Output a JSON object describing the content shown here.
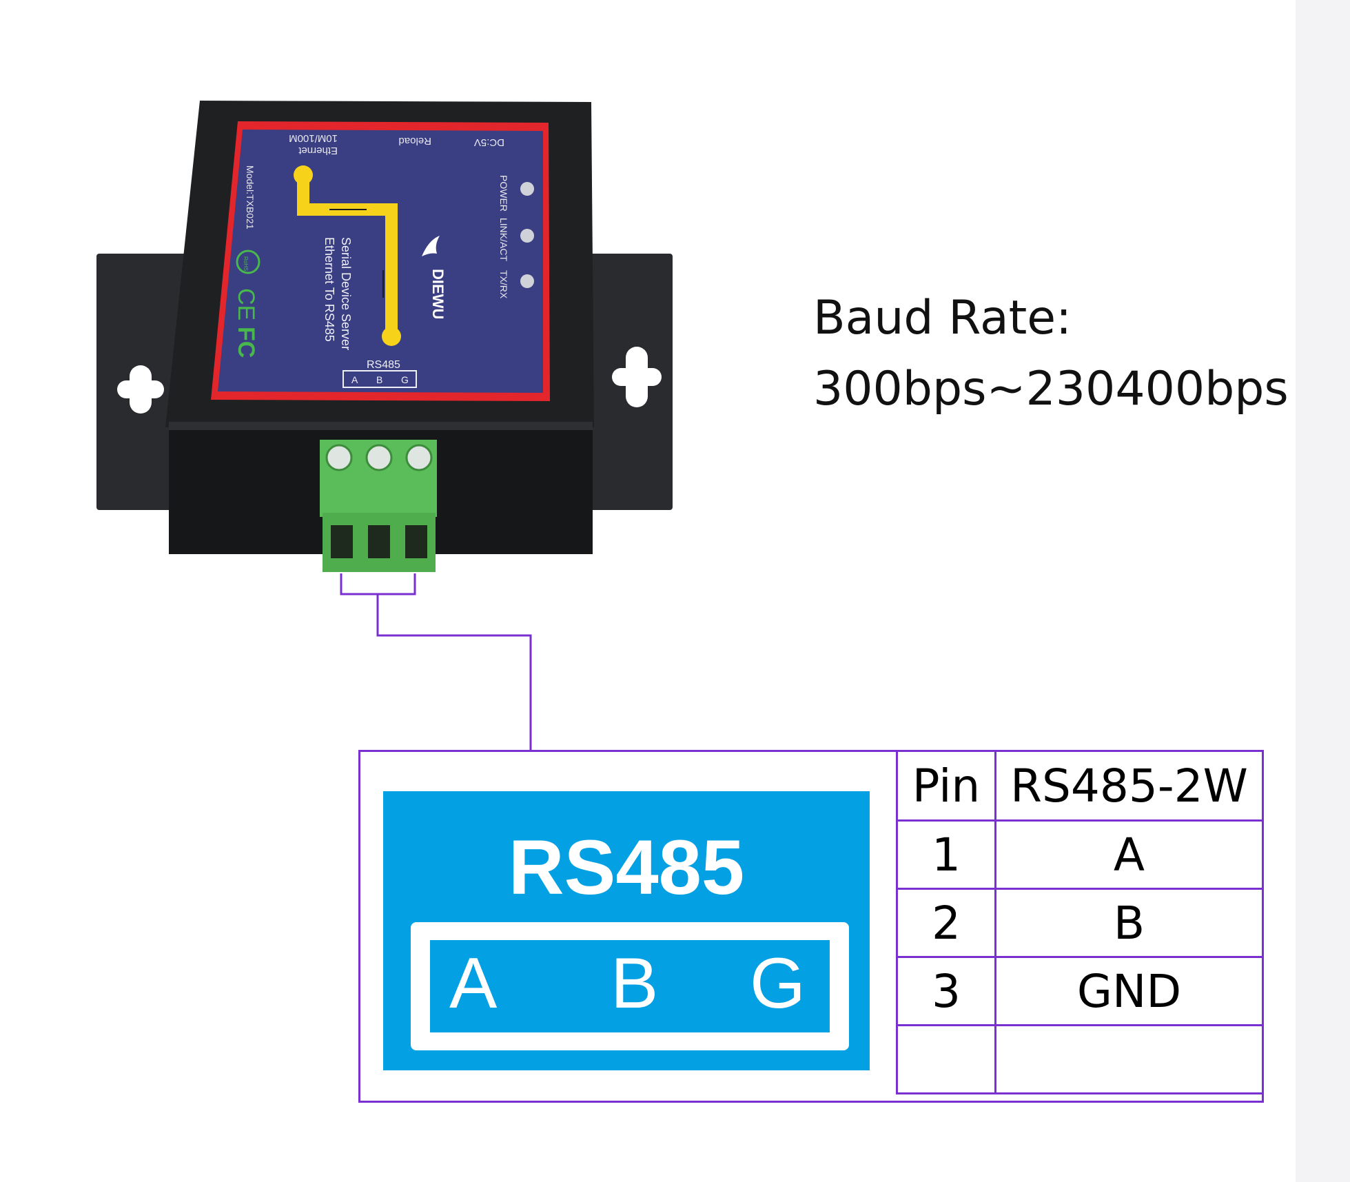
{
  "baud": {
    "title": "Baud Rate:",
    "range": "300bps~230400bps"
  },
  "device": {
    "brand": "DIEWU",
    "description_line1": "Serial Device Server",
    "description_line2": "Ethernet To RS485",
    "model": "Model:TXB021",
    "label_dc": "DC:5V",
    "label_reload": "Reload",
    "label_ethernet_1": "10M/100M",
    "label_ethernet_2": "Ethernet",
    "led_power": "POWER",
    "led_link": "LINK/ACT",
    "led_txrx": "TX/RX",
    "port_label": "RS485",
    "port_a": "A",
    "port_b": "B",
    "port_g": "G",
    "cert_ce": "CE",
    "cert_fc": "FC",
    "cert_rohs": "RoHS"
  },
  "panel": {
    "title": "RS485",
    "pins": [
      "A",
      "B",
      "G"
    ]
  },
  "table": {
    "header": [
      "Pin",
      "RS485-2W"
    ],
    "rows": [
      [
        "1",
        "A"
      ],
      [
        "2",
        "B"
      ],
      [
        "3",
        "GND"
      ],
      [
        "",
        ""
      ]
    ]
  },
  "colors": {
    "purple": "#7a2fd0",
    "panel_blue": "#03a0e3",
    "terminal_green": "#5bbd59",
    "label_navy": "#3a3e82",
    "label_red": "#e2262c",
    "trace_yellow": "#f6d21a"
  }
}
